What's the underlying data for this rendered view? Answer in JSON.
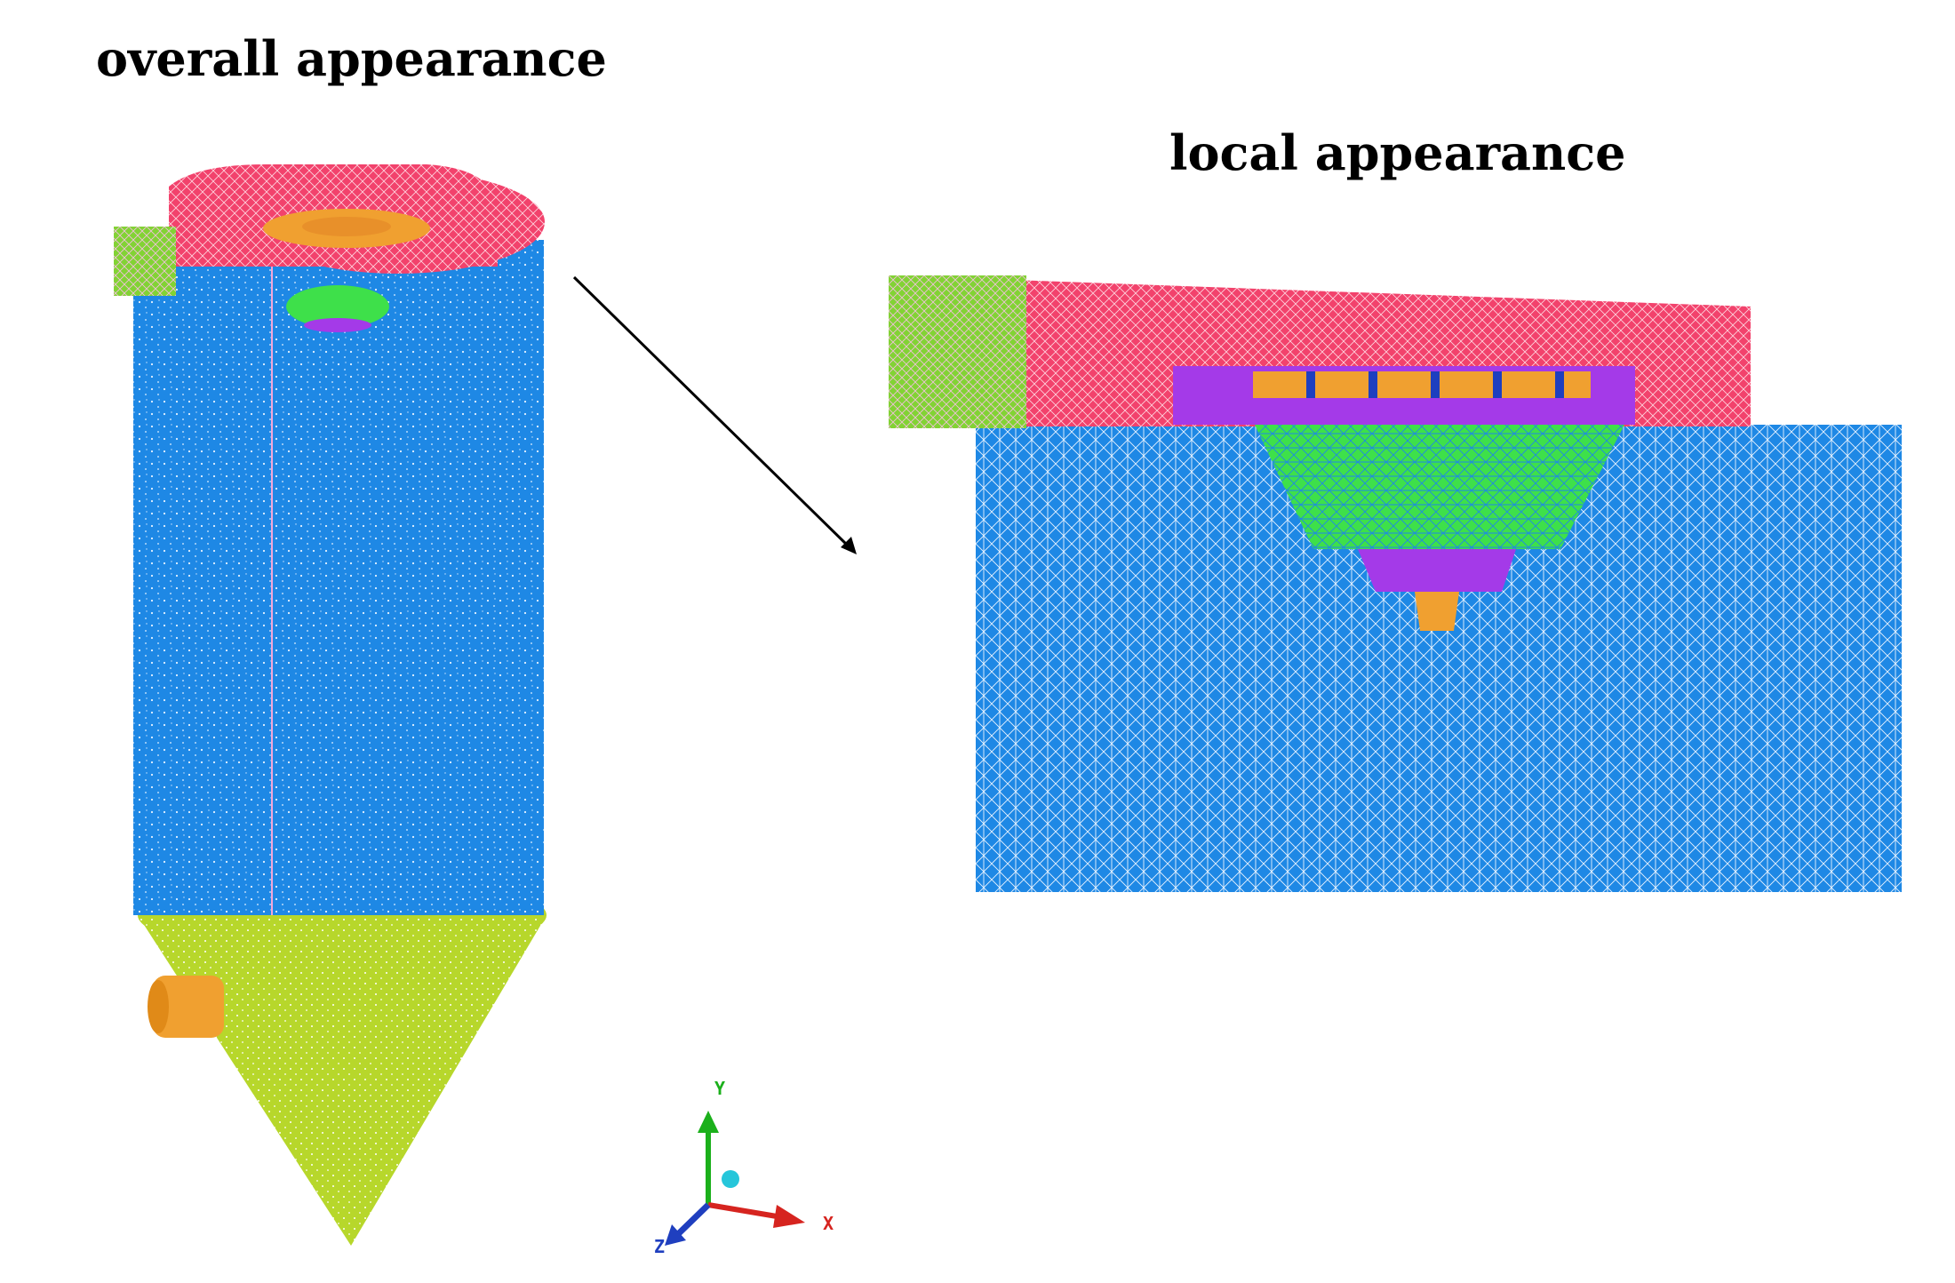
{
  "labels": {
    "overall": "overall appearance",
    "local": "local appearance"
  },
  "axes": {
    "y": "Y",
    "x": "X",
    "z": "Z"
  },
  "colors": {
    "cylinder_blue": "#1e88e5",
    "top_red": "#f2426c",
    "inlet_green": "#82d334",
    "vortex_green": "#3ee04a",
    "outlet_orange": "#f0a030",
    "cone_yellow": "#b7d72b",
    "purple": "#a43ae8",
    "axis_green": "#1bb01b",
    "axis_red": "#d6241f",
    "axis_blue": "#1f3fbf",
    "axis_cyan": "#26c6da"
  }
}
